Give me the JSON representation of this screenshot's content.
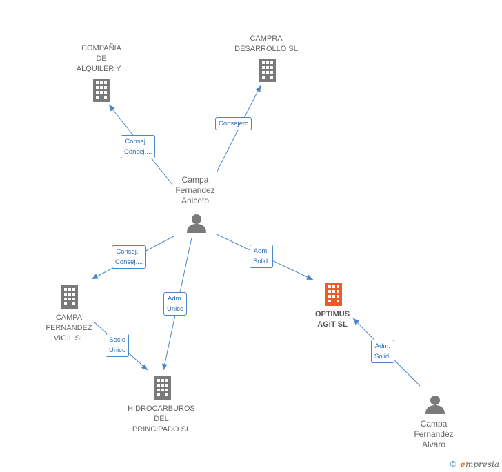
{
  "colors": {
    "building": "#7a7a7a",
    "building_focus": "#f05a28",
    "person": "#7a7a7a",
    "edge": "#4a86c8",
    "edge_text": "#2e6db4"
  },
  "nodes": {
    "compania": {
      "label": "COMPAÑIA\nDE\nALQUILER Y...",
      "icon": "building-icon"
    },
    "campra": {
      "label": "CAMPRA\nDESARROLLO SL",
      "icon": "building-icon"
    },
    "aniceto": {
      "label": "Campa\nFernandez\nAniceto",
      "icon": "person-icon"
    },
    "vigil": {
      "label": "CAMPA\nFERNANDEZ\nVIGIL SL",
      "icon": "building-icon"
    },
    "optimus": {
      "label": "OPTIMUS\nAGIT SL",
      "icon": "building-icon"
    },
    "hidrocarburos": {
      "label": "HIDROCARBUROS\nDEL\nPRINCIPADO SL",
      "icon": "building-icon"
    },
    "alvaro": {
      "label": "Campa\nFernandez\nAlvaro",
      "icon": "person-icon"
    }
  },
  "edges": {
    "aniceto_compania": "Consej. ,\nConsej....",
    "aniceto_campra": "Consejero",
    "aniceto_vigil": "Consej. ,\nConsej....",
    "aniceto_hidro": "Adm.\nUnico",
    "aniceto_optimus": "Adm.\nSolid.",
    "vigil_hidro": "Socio\nÚnico",
    "alvaro_optimus": "Adm.\nSolid."
  },
  "brand": {
    "copyright": "©",
    "name": "mpresia",
    "initial": "e"
  }
}
